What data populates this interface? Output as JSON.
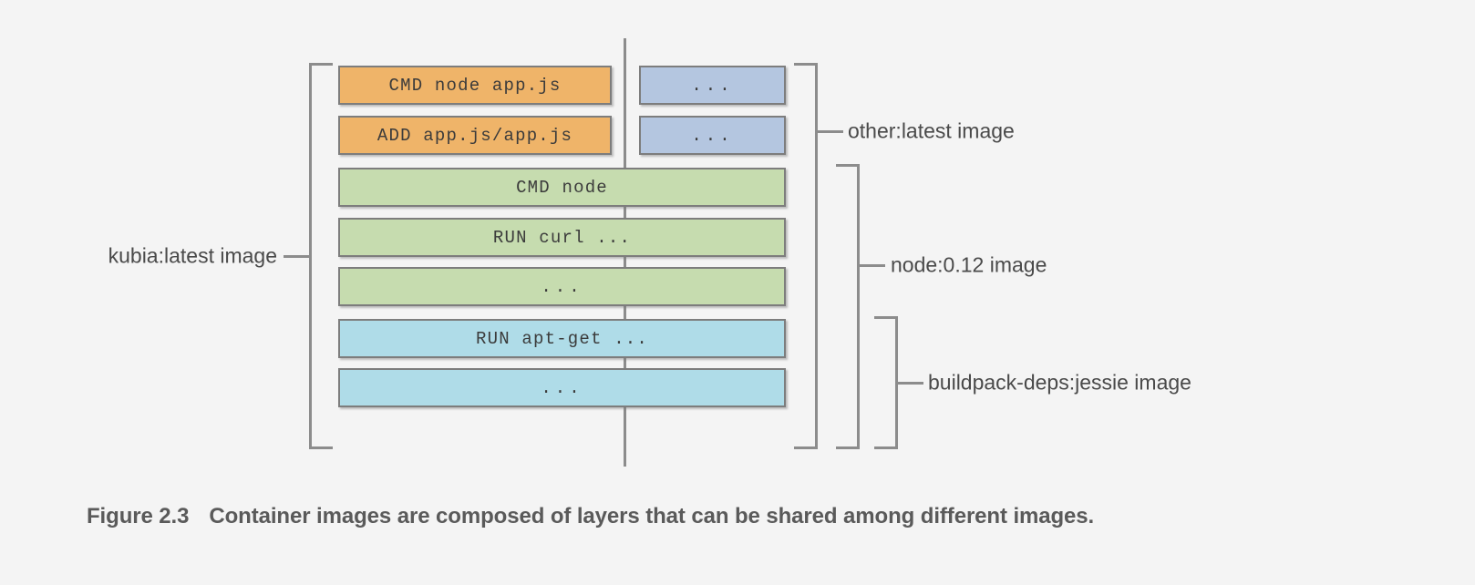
{
  "figure": {
    "caption_number": "Figure 2.3",
    "caption_text": "Container images are composed of layers that can be shared among different images."
  },
  "colors": {
    "background": "#f4f4f4",
    "orange_layer": "#efb469",
    "green_layer": "#c6dcaf",
    "blue_layer": "#afdce8",
    "periwinkle_layer": "#b4c6e0",
    "stroke": "#7d7d7d",
    "bracket": "#8c8c8c",
    "text": "#3b3b3b",
    "label_text": "#4a4a4a",
    "caption_text": "#5a5a5a"
  },
  "diagram": {
    "left_column_layers": [
      {
        "label": "CMD node app.js",
        "color": "orange",
        "is_dots": false
      },
      {
        "label": "ADD app.js/app.js",
        "color": "orange",
        "is_dots": false
      },
      {
        "label": "CMD node",
        "color": "green",
        "is_dots": false
      },
      {
        "label": "RUN curl ...",
        "color": "green",
        "is_dots": false
      },
      {
        "label": "...",
        "color": "green",
        "is_dots": true
      },
      {
        "label": "RUN apt-get ...",
        "color": "blue",
        "is_dots": false
      },
      {
        "label": "...",
        "color": "blue",
        "is_dots": true
      }
    ],
    "right_column_layers": [
      {
        "label": "...",
        "color": "peri",
        "is_dots": true
      },
      {
        "label": "...",
        "color": "peri",
        "is_dots": true
      }
    ],
    "annotations": {
      "left_bracket_label": "kubia:latest image",
      "bracket_other_label": "other:latest image",
      "bracket_node_label": "node:0.12 image",
      "bracket_buildpack_label": "buildpack-deps:jessie image"
    }
  }
}
